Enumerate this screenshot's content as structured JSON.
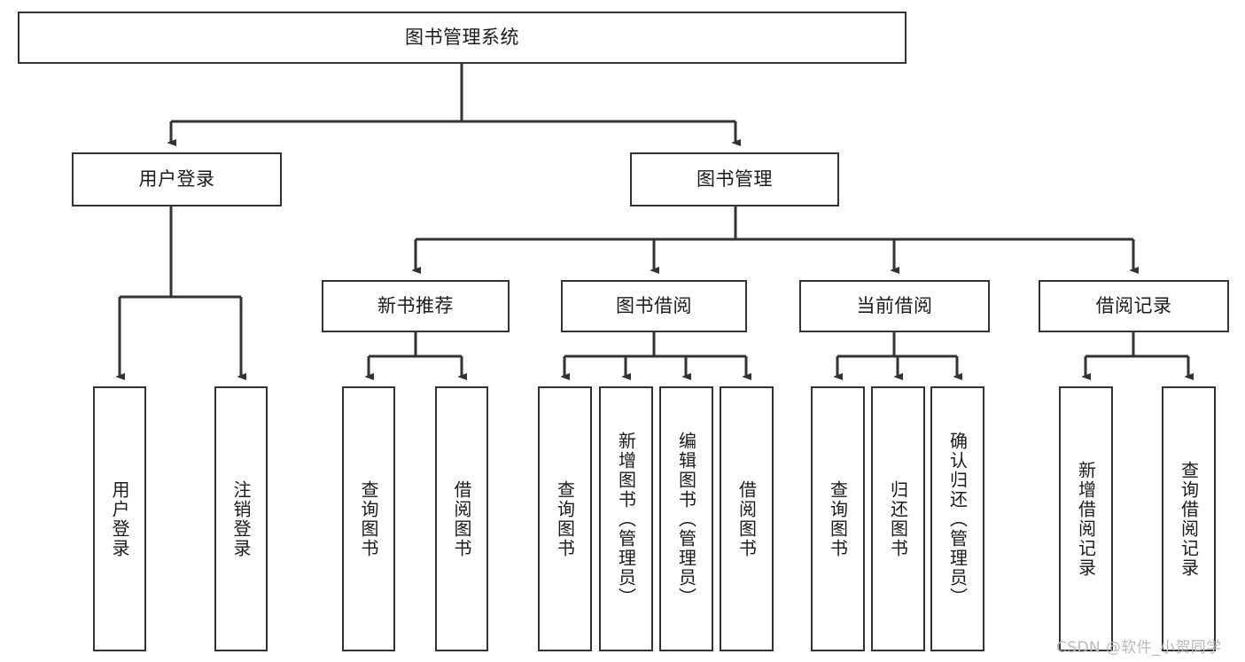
{
  "diagram": {
    "title": "图书管理系统",
    "type": "tree",
    "orientation": "top-down",
    "line_color": "#333333",
    "box_fill": "#ffffff",
    "text_color": "#1a1a1a",
    "watermark": "CSDN @软件_小贺同学"
  },
  "nodes": {
    "root": {
      "label": "图书管理系统",
      "level": 1
    },
    "level2": [
      {
        "id": "user-login",
        "label": "用户登录"
      },
      {
        "id": "book-manage",
        "label": "图书管理"
      }
    ],
    "level3": [
      {
        "id": "new-book-recommend",
        "label": "新书推荐",
        "parent": "book-manage"
      },
      {
        "id": "book-borrow",
        "label": "图书借阅",
        "parent": "book-manage"
      },
      {
        "id": "current-borrow",
        "label": "当前借阅",
        "parent": "book-manage"
      },
      {
        "id": "borrow-record",
        "label": "借阅记录",
        "parent": "book-manage"
      }
    ],
    "leaves": {
      "user-login": [
        {
          "id": "leaf-user-login",
          "label": "用户登录"
        },
        {
          "id": "leaf-user-logout",
          "label": "注销登录"
        }
      ],
      "new-book-recommend": [
        {
          "id": "leaf-query-book-1",
          "label": "查询图书"
        },
        {
          "id": "leaf-borrow-book-1",
          "label": "借阅图书"
        }
      ],
      "book-borrow": [
        {
          "id": "leaf-query-book-2",
          "label": "查询图书"
        },
        {
          "id": "leaf-add-book",
          "label": "新增图书（管理员）"
        },
        {
          "id": "leaf-edit-book",
          "label": "编辑图书（管理员）"
        },
        {
          "id": "leaf-borrow-book-2",
          "label": "借阅图书"
        }
      ],
      "current-borrow": [
        {
          "id": "leaf-query-book-3",
          "label": "查询图书"
        },
        {
          "id": "leaf-return-book",
          "label": "归还图书"
        },
        {
          "id": "leaf-confirm-return",
          "label": "确认归还（管理员）"
        }
      ],
      "borrow-record": [
        {
          "id": "leaf-add-record",
          "label": "新增借阅记录"
        },
        {
          "id": "leaf-query-record",
          "label": "查询借阅记录"
        }
      ]
    }
  }
}
